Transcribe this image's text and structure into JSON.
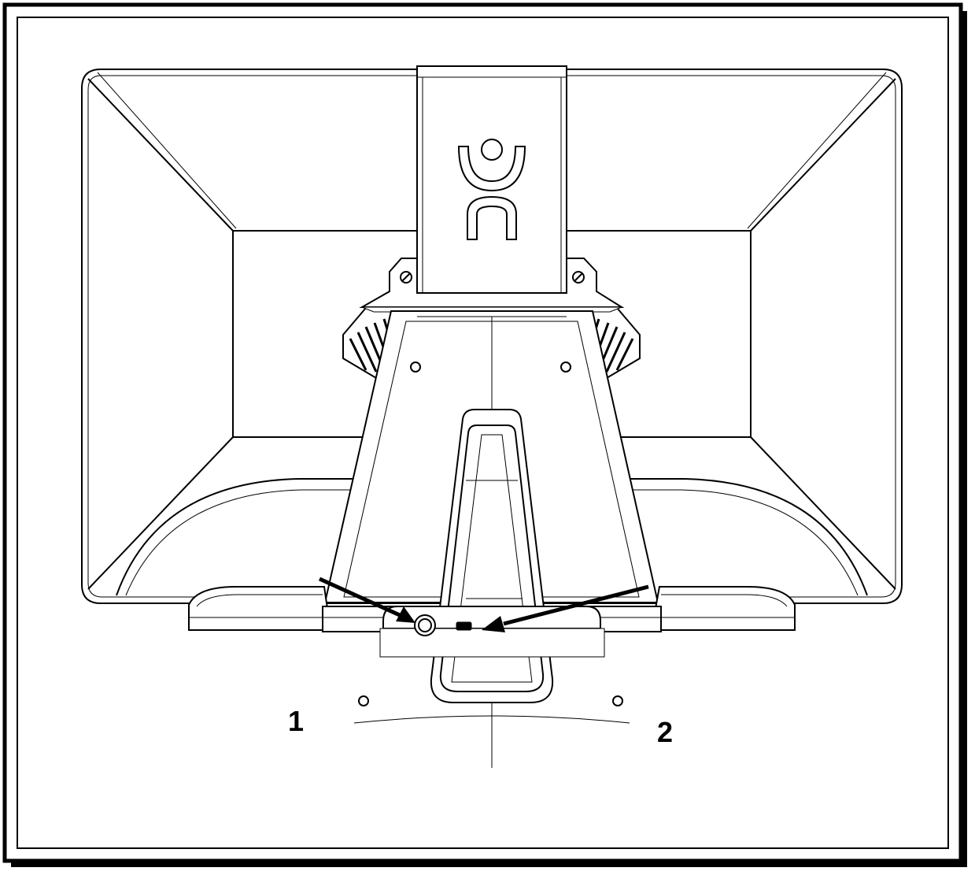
{
  "callouts": {
    "port_1": {
      "label": "1",
      "part": "audio-jack"
    },
    "port_2": {
      "label": "2",
      "part": "usb-port"
    }
  },
  "colors": {
    "ink": "#000000",
    "paper": "#ffffff"
  },
  "icons": [
    "brand-logo-icon",
    "screw-icon",
    "arrow-icon"
  ]
}
